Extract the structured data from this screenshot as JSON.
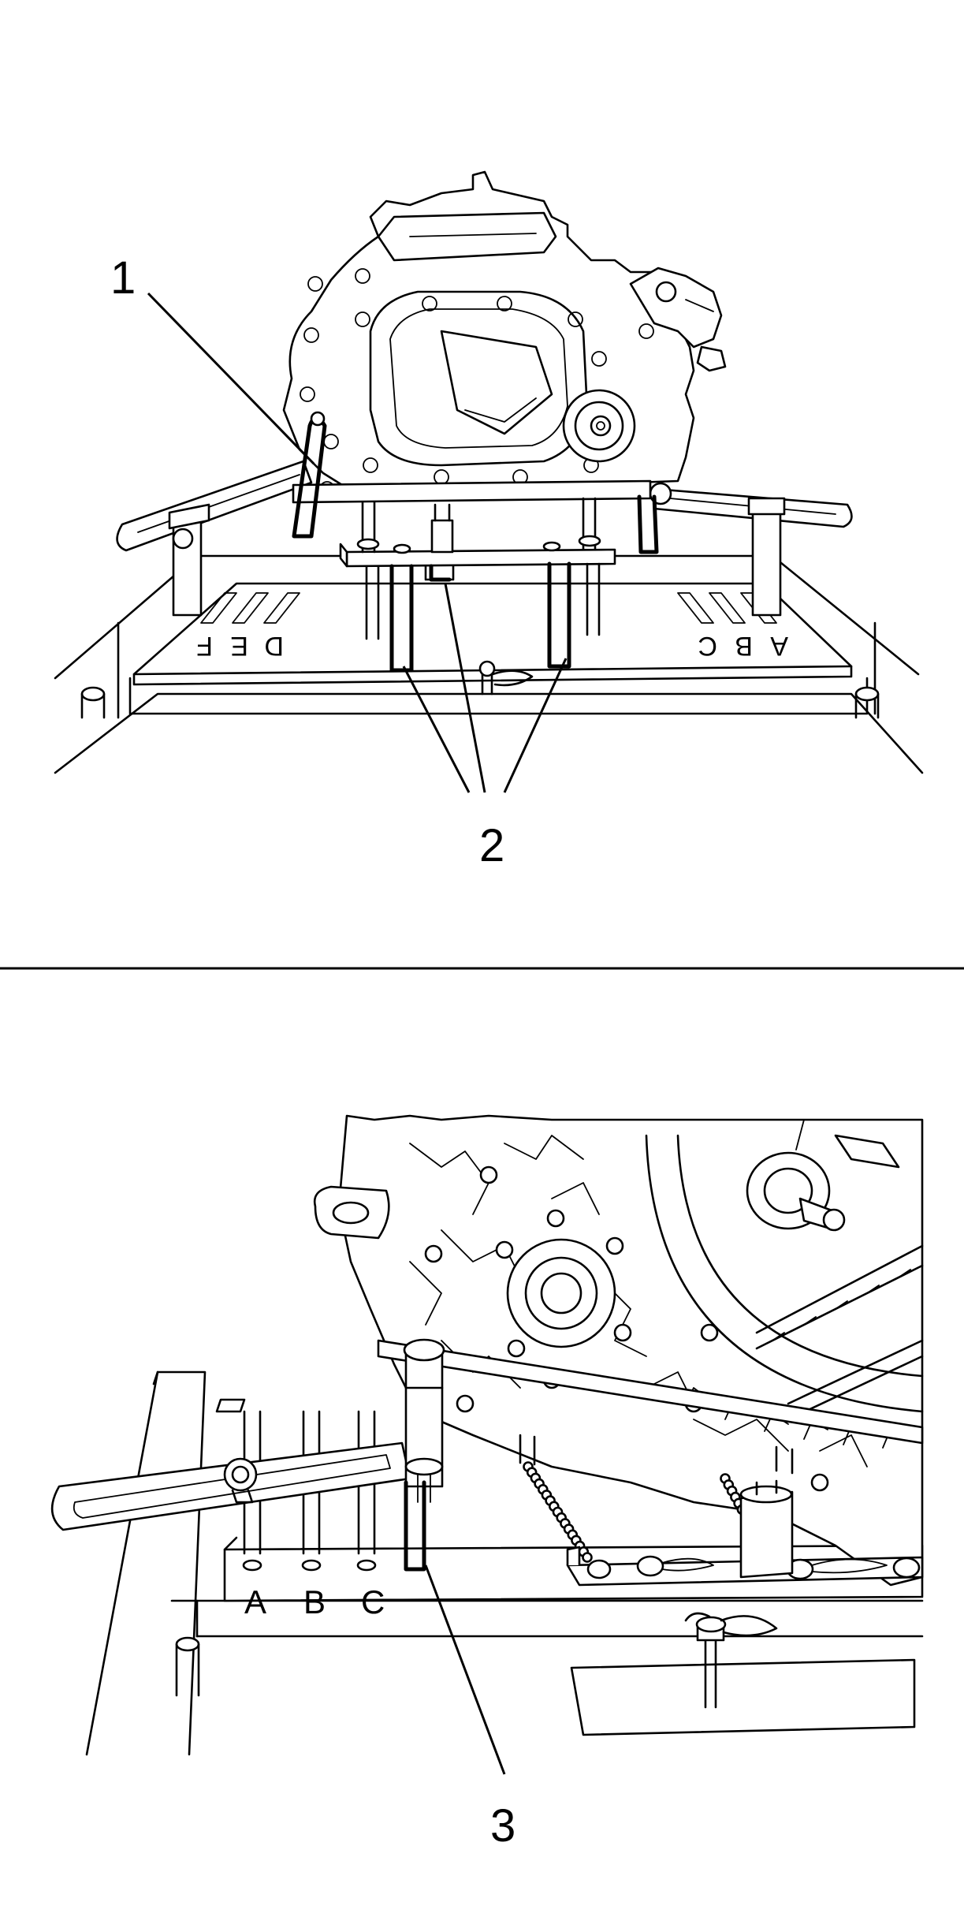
{
  "top_panel": {
    "callouts": [
      "1",
      "2"
    ],
    "plate_letters_left": [
      "D",
      "E",
      "F"
    ],
    "plate_letters_right": [
      "A",
      "B",
      "C"
    ]
  },
  "bottom_panel": {
    "callouts": [
      "3"
    ],
    "plate_letters": [
      "A",
      "B",
      "C"
    ]
  },
  "colors": {
    "line": "#000000",
    "background": "#ffffff"
  }
}
